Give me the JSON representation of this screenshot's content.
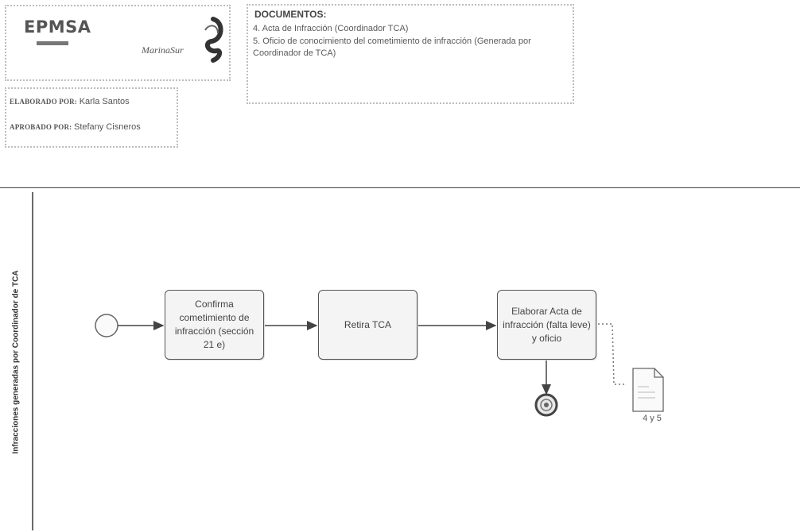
{
  "header": {
    "logo_left_text": "EPMSA",
    "logo_right_text": "MarinaSur"
  },
  "documents": {
    "title": "DOCUMENTOS:",
    "item1": "4. Acta de Infracción (Coordinador TCA)",
    "item2": "5. Oficio de conocimiento del cometimiento de infracción (Generada por Coordinador de TCA)"
  },
  "authors": {
    "elaborado_label": "ELABORADO POR:",
    "elaborado_value": "Karla Santos",
    "aprobado_label": "APROBADO POR:",
    "aprobado_value": "Stefany Cisneros"
  },
  "lane": {
    "label": "Infracciones generadas por Coordinador de TCA"
  },
  "tasks": {
    "task1": "Confirma cometimiento de infracción (sección 21 e)",
    "task2": "Retira TCA",
    "task3": "Elaborar Acta de infracción (falta leve) y oficio"
  },
  "data_object": {
    "label": "4 y 5"
  }
}
